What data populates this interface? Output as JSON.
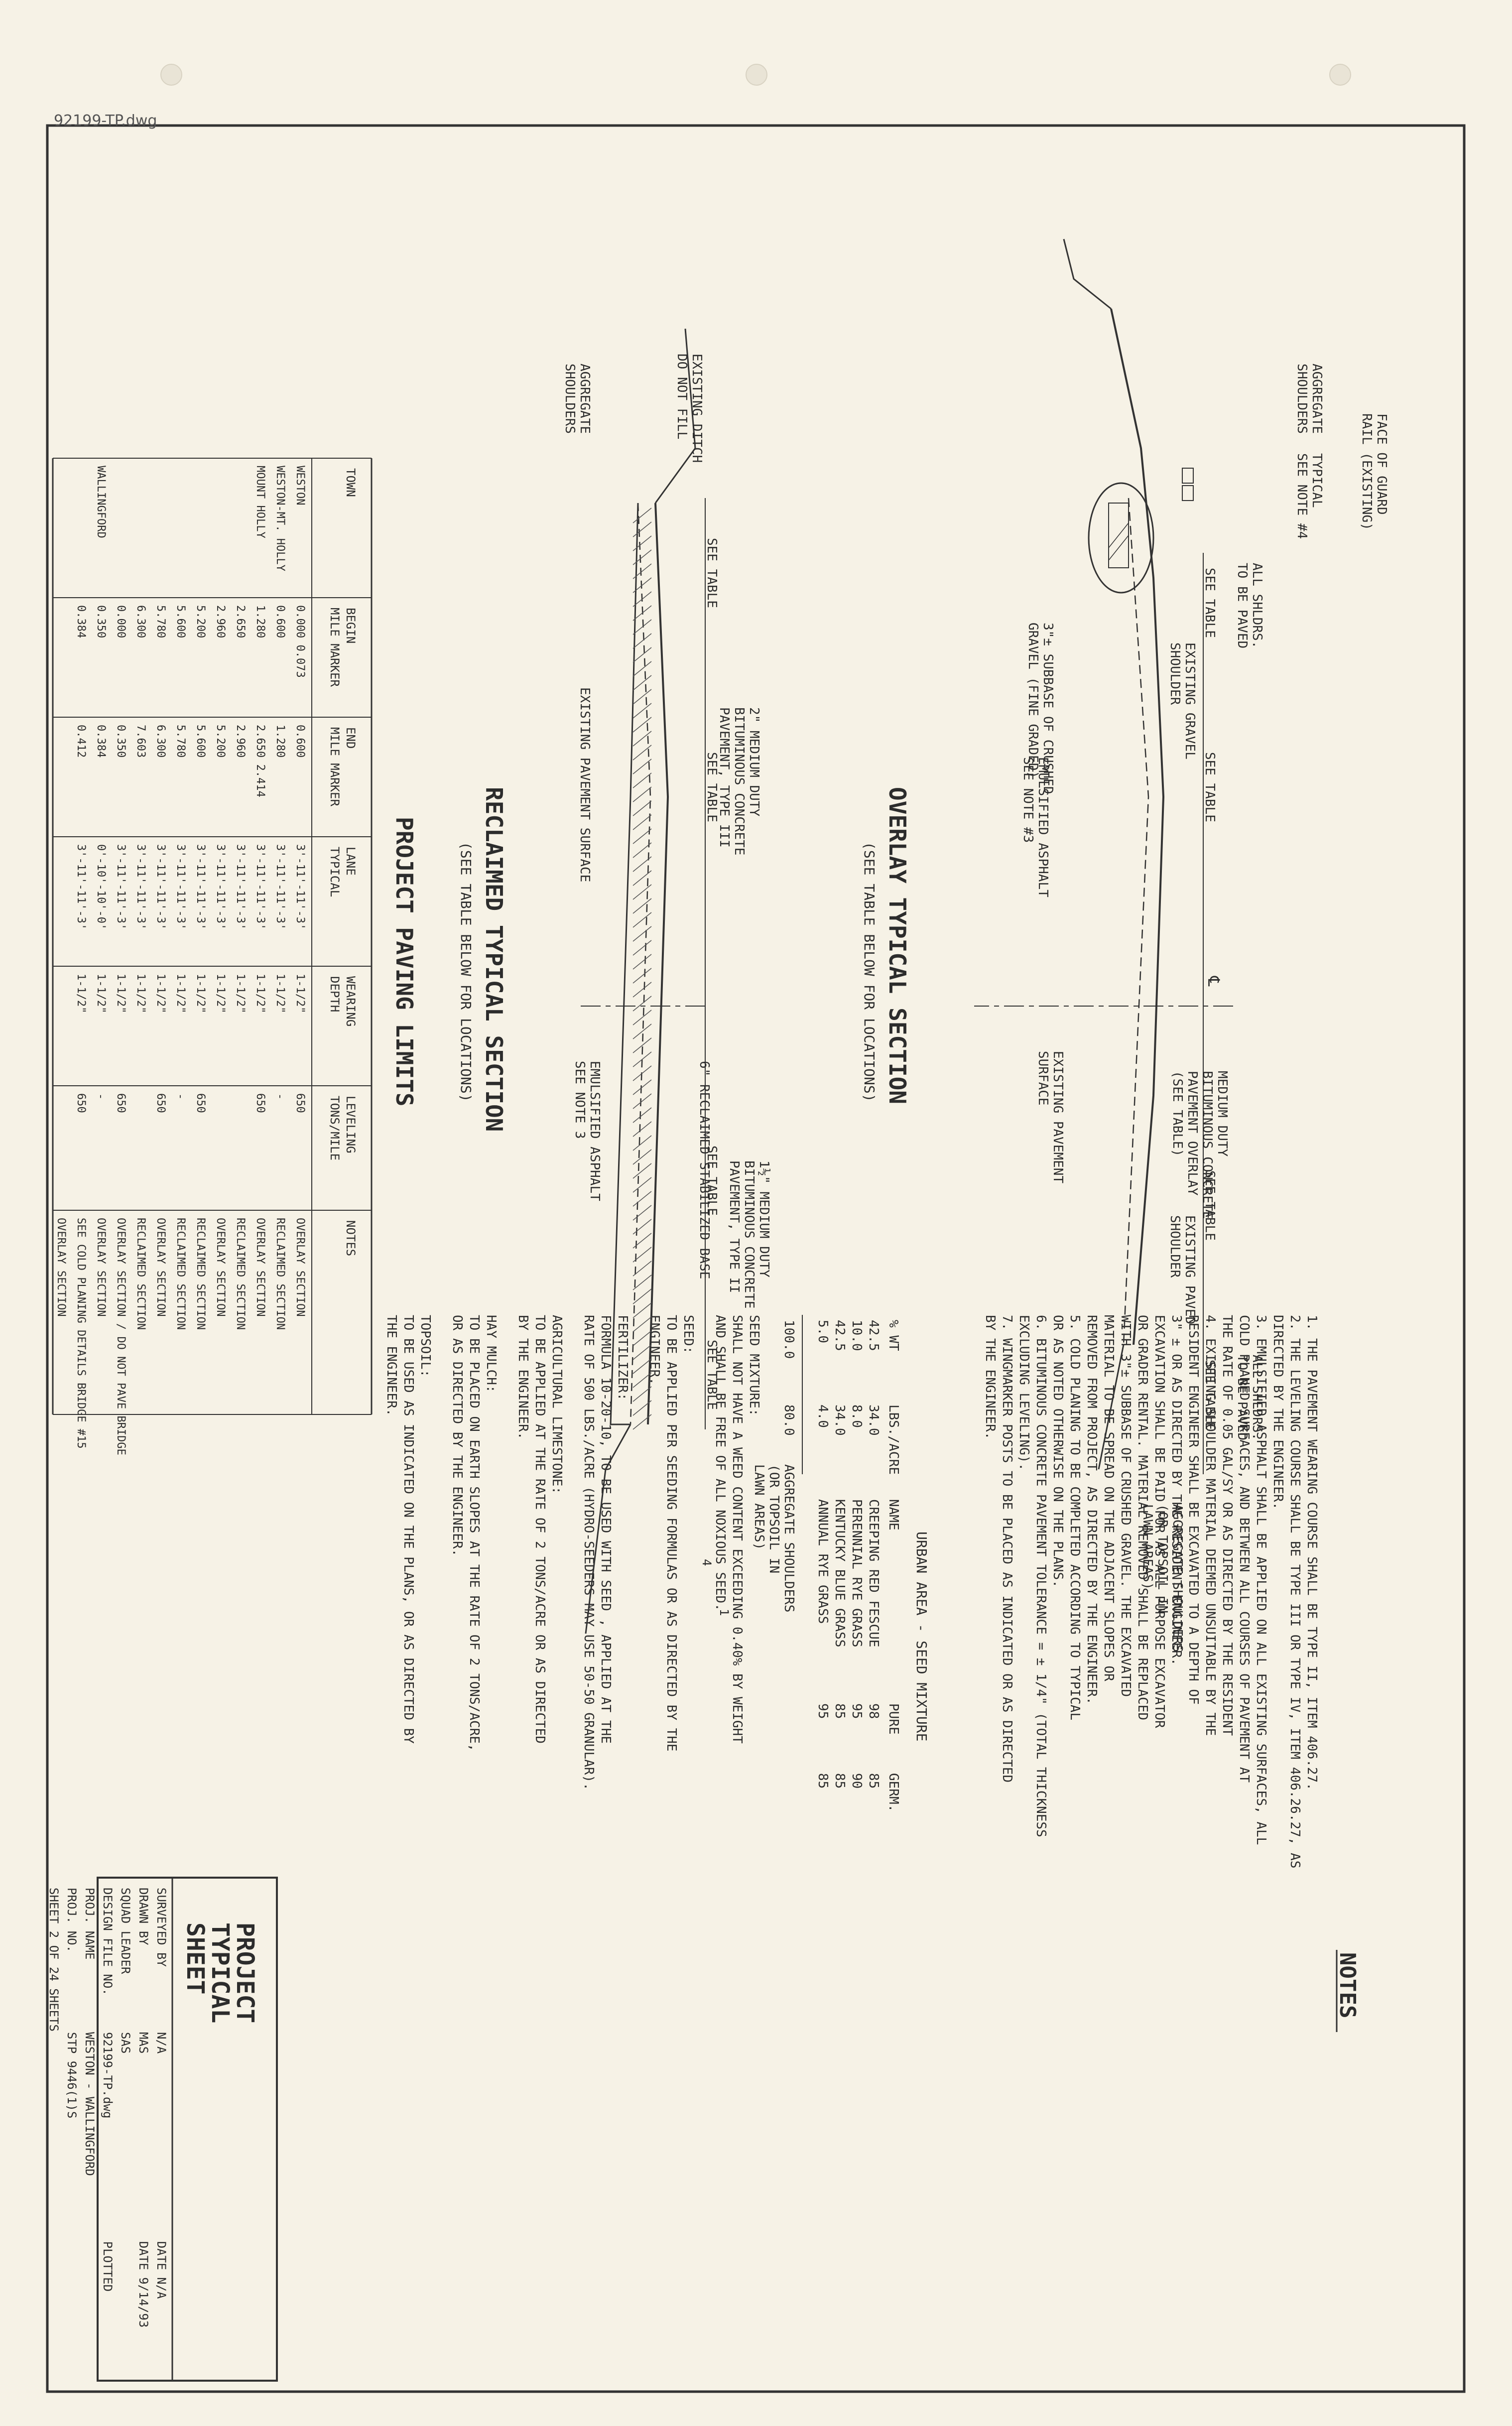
{
  "file_name": "92199-TP.dwg",
  "notes": {
    "heading": "NOTES",
    "items": [
      "1. THE PAVEMENT WEARING COURSE SHALL BE TYPE II, ITEM 406.27.",
      "2. THE LEVELING COURSE SHALL BE TYPE III OR TYPE IV, ITEM 406.26.27, AS",
      "   DIRECTED BY THE ENGINEER.",
      "3. EMULSIFIED ASPHALT SHALL BE APPLIED ON ALL EXISTING SURFACES, ALL",
      "   COLD PLANED SURFACES, AND BETWEEN ALL COURSES OF PAVEMENT AT",
      "   THE RATE OF 0.05 GAL/SY OR AS DIRECTED BY THE RESIDENT",
      "4. EXISTING SHOULDER MATERIAL DEEMED UNSUITABLE BY THE",
      "   RESIDENT ENGINEER SHALL BE EXCAVATED TO A DEPTH OF",
      "   3\" ± OR AS DIRECTED BY THE RESIDENT ENGINEER.",
      "   EXCAVATION SHALL BE PAID FOR AS ALL PURPOSE EXCAVATOR",
      "   OR GRADER RENTAL. MATERIAL REMOVED SHALL BE REPLACED",
      "   WITH 3\"± SUBBASE OF CRUSHED GRAVEL. THE EXCAVATED",
      "   MATERIAL TO BE SPREAD ON THE ADJACENT SLOPES OR",
      "   REMOVED FROM PROJECT, AS DIRECTED BY THE ENGINEER.",
      "5. COLD PLANING TO BE COMPLETED ACCORDING TO TYPICAL",
      "   OR AS NOTED OTHERWISE ON THE PLANS.",
      "6. BITUMINOUS CONCRETE PAVEMENT TOLERANCE = ± 1/4\" (TOTAL THICKNESS",
      "   EXCLUDING LEVELING).",
      "7. WINGMARKER POSTS TO BE PLACED AS INDICATED OR AS DIRECTED",
      "   BY THE ENGINEER."
    ]
  },
  "seed": {
    "title": "URBAN AREA - SEED MIXTURE",
    "headers": [
      "% WT",
      "LBS./ACRE",
      "NAME",
      "PURE",
      "GERM."
    ],
    "rows": [
      [
        "42.5",
        "34.0",
        "CREEPING RED FESCUE",
        "98",
        "85"
      ],
      [
        "10.0",
        "8.0",
        "PERENNIAL RYE GRASS",
        "95",
        "90"
      ],
      [
        "42.5",
        "34.0",
        "KENTUCKY BLUE GRASS",
        "85",
        "85"
      ],
      [
        "5.0",
        "4.0",
        "ANNUAL RYE GRASS",
        "95",
        "85"
      ]
    ],
    "totals": [
      "100.0",
      "80.0"
    ],
    "paragraphs": [
      [
        "SEED MIXTURE:",
        "SHALL NOT HAVE A WEED CONTENT EXCEEDING 0.40% BY WEIGHT",
        "AND SHALL BE FREE OF ALL NOXIOUS SEED."
      ],
      [
        "SEED:",
        "TO BE APPLIED PER SEEDING FORMULAS OR AS DIRECTED BY THE",
        "ENGINEER."
      ],
      [
        "FERTILIZER:",
        "FORMULA 10-20-10, TO BE USED WITH SEED , APPLIED AT THE",
        "RATE OF 500 LBS./ACRE (HYDRO-SEEDERS MAY USE 50-50 GRANULAR)."
      ],
      [
        "AGRICULTURAL LIMESTONE:",
        "TO BE APPLIED AT THE RATE OF 2 TONS/ACRE OR AS DIRECTED",
        "BY THE ENGINEER."
      ],
      [
        "HAY MULCH:",
        "TO BE PLACED ON EARTH SLOPES AT THE RATE OF 2 TONS/ACRE,",
        "OR AS DIRECTED BY THE ENGINEER."
      ],
      [
        "TOPSOIL:",
        "TO BE USED AS INDICATED ON THE PLANS, OR AS DIRECTED BY",
        "THE ENGINEER."
      ]
    ]
  },
  "overlay": {
    "title": "OVERLAY TYPICAL SECTION",
    "subtitle": "(SEE TABLE BELOW FOR LOCATIONS)",
    "labels": {
      "guard": [
        "FACE OF GUARD",
        "RAIL (EXISTING)"
      ],
      "agg_left": [
        "AGGREGATE",
        "SHOULDERS"
      ],
      "typical": [
        "TYPICAL",
        "SEE NOTE #4"
      ],
      "all_shldrs": [
        "ALL SHLDRS.",
        "TO BE PAVED"
      ],
      "gravel_shoulder": [
        "EXISTING GRAVEL",
        "SHOULDER"
      ],
      "subbase": [
        "3\"± SUBBASE OF CRUSHED",
        "GRAVEL (FINE GRADED)"
      ],
      "emulsified": [
        "EMULSIFIED ASPHALT",
        "SEE NOTE #3"
      ],
      "existing_surface": [
        "EXISTING PAVEMENT",
        "SURFACE"
      ],
      "medium_duty": [
        "MEDIUM DUTY",
        "BITUMINOUS CONCRETE",
        "PAVEMENT OVERLAY",
        "(SEE TABLE)"
      ],
      "paved_shoulder": [
        "EXISTING PAVED",
        "SHOULDER"
      ],
      "agg_right": [
        "AGGREGATE SHOULDERS",
        "(OR TOPSOIL IN",
        "LAWN AREAS)"
      ],
      "see_table": "SEE TABLE",
      "cl": "℄"
    }
  },
  "reclaimed": {
    "title": "RECLAIMED TYPICAL SECTION",
    "subtitle": "(SEE TABLE BELOW FOR LOCATIONS)",
    "labels": {
      "ditch": [
        "EXISTING DITCH",
        "DO NOT FILL"
      ],
      "agg_left": [
        "AGGREGATE",
        "SHOULDERS"
      ],
      "two_inch": [
        "2\" MEDIUM DUTY",
        "BITUMINOUS CONCRETE",
        "PAVEMENT, TYPE III"
      ],
      "existing_surface": "EXISTING PAVEMENT SURFACE",
      "six_inch": "6\" RECLAIMED STABILIZED BASE",
      "emulsified": [
        "EMULSIFIED ASPHALT",
        "SEE NOTE 3"
      ],
      "one_half": [
        "1½\" MEDIUM DUTY",
        "BITUMINOUS CONCRETE",
        "PAVEMENT, TYPE II"
      ],
      "agg_right": [
        "AGGREGATE SHOULDERS",
        "(OR TOPSOIL IN",
        "LAWN AREAS)"
      ],
      "see_table": "SEE TABLE",
      "slope_run": "4",
      "slope_rise": "1"
    }
  },
  "paving_limits": {
    "title": "PROJECT PAVING LIMITS",
    "headers": [
      "TOWN",
      "BEGIN\nMILE MARKER",
      "END\nMILE MARKER",
      "LANE\nTYPICAL",
      "WEARING\nDEPTH",
      "LEVELING\nTONS/MILE",
      "NOTES"
    ],
    "rows": [
      [
        "WESTON",
        "0.000 0.073",
        "0.600",
        "3'-11'-11'-3'",
        "1-1/2\"",
        "650",
        "OVERLAY SECTION"
      ],
      [
        "WESTON-MT. HOLLY",
        "0.600",
        "1.280",
        "3'-11'-11'-3'",
        "1-1/2\"",
        "-",
        "RECLAIMED SECTION"
      ],
      [
        "MOUNT HOLLY",
        "1.280",
        "2.650 2.414",
        "3'-11'-11'-3'",
        "1-1/2\"",
        "650",
        "OVERLAY SECTION"
      ],
      [
        "",
        "2.650",
        "2.960",
        "3'-11'-11'-3'",
        "1-1/2\"",
        "",
        "RECLAIMED SECTION"
      ],
      [
        "",
        "2.960",
        "5.200",
        "3'-11'-11'-3'",
        "1-1/2\"",
        "",
        "OVERLAY SECTION"
      ],
      [
        "",
        "5.200",
        "5.600",
        "3'-11'-11'-3'",
        "1-1/2\"",
        "650",
        "RECLAIMED SECTION"
      ],
      [
        "",
        "5.600",
        "5.780",
        "3'-11'-11'-3'",
        "1-1/2\"",
        "-",
        "RECLAIMED SECTION"
      ],
      [
        "",
        "5.780",
        "6.300",
        "3'-11'-11'-3'",
        "1-1/2\"",
        "650",
        "OVERLAY SECTION"
      ],
      [
        "",
        "6.300",
        "7.603",
        "3'-11'-11'-3'",
        "1-1/2\"",
        "",
        "RECLAIMED SECTION"
      ],
      [
        "",
        "0.000",
        "0.350",
        "3'-11'-11'-3'",
        "1-1/2\"",
        "650",
        "OVERLAY SECTION / DO NOT PAVE BRIDGE"
      ],
      [
        "WALLINGFORD",
        "0.350",
        "0.384",
        "0'-10'-10'-0'",
        "1-1/2\"",
        "-",
        "OVERLAY SECTION"
      ],
      [
        "",
        "0.384",
        "0.412",
        "3'-11'-11'-3'",
        "1-1/2\"",
        "650",
        "SEE COLD PLANING DETAILS BRIDGE #15"
      ],
      [
        "",
        "",
        "",
        "",
        "",
        "",
        "OVERLAY SECTION"
      ]
    ]
  },
  "title_block": {
    "title": [
      "PROJECT",
      "TYPICAL",
      "SHEET"
    ],
    "surveyed_by": "SURVEYED BY",
    "surveyed_val": "N/A",
    "drawn_by": "DRAWN BY",
    "drawn_val": "MAS",
    "squad_leader": "SQUAD LEADER",
    "squad_val": "SAS",
    "design_file": "DESIGN FILE NO.",
    "design_val": "92199-TP.dwg",
    "date_label": "DATE",
    "date1": "N/A",
    "date2": "9/14/93",
    "plotted": "PLOTTED",
    "proj_name": "PROJ. NAME",
    "proj_name_val": "WESTON - WALLINGFORD",
    "proj_no": "PROJ. NO.",
    "proj_no_val": "STP 9446(1)S",
    "sheet": "SHEET",
    "sheet_no": "2",
    "of": "OF",
    "total_sheets": "24",
    "sheets": "SHEETS"
  }
}
